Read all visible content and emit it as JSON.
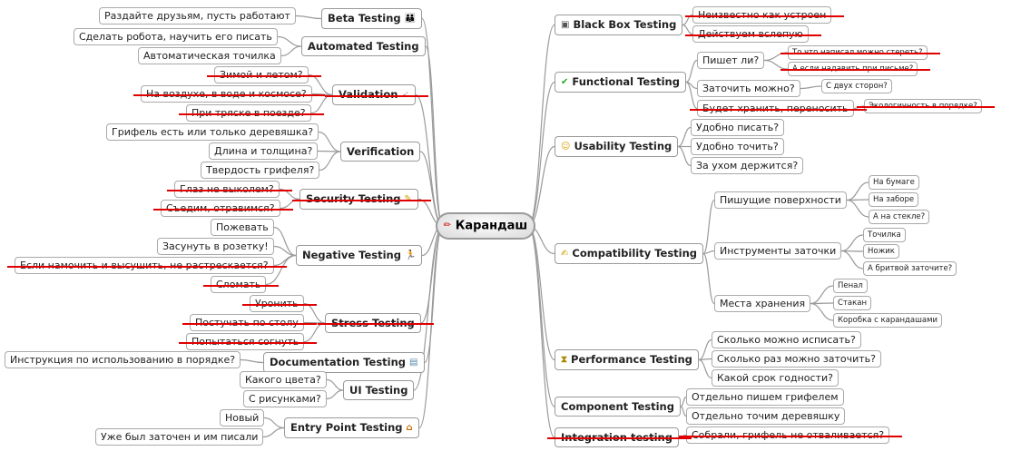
{
  "root": {
    "label": "Карандаш",
    "icon": "pencil-icon"
  },
  "left": {
    "beta": {
      "label": "Beta Testing",
      "icon": "people-icon",
      "items": [
        "Раздайте друзьям, пусть работают"
      ]
    },
    "automated": {
      "label": "Automated Testing",
      "items": [
        "Сделать робота, научить его писать",
        "Автоматическая точилка"
      ]
    },
    "validation": {
      "label": "Validation",
      "icon": "arrow-icon",
      "items": [
        "Зимой и летом?",
        "На воздухе, в воде и космосе?",
        "При тряске в поезде?"
      ]
    },
    "verification": {
      "label": "Verification",
      "items": [
        "Грифель есть или только деревяшка?",
        "Длина и толщина?",
        "Твердость грифеля?"
      ]
    },
    "security": {
      "label": "Security Testing",
      "icon": "pen-icon",
      "items": [
        "Глаз не выколем?",
        "Съедим, отравимся?"
      ]
    },
    "negative": {
      "label": "Negative Testing",
      "icon": "runner-icon",
      "items": [
        "Пожевать",
        "Засунуть в розетку!",
        "Если намочить и высушить, не растрескается?",
        "Сломать"
      ]
    },
    "stress": {
      "label": "Stress Testing",
      "items": [
        "Уронить",
        "Постучать по столу",
        "Попытаться согнуть"
      ]
    },
    "documentation": {
      "label": "Documentation Testing",
      "icon": "document-icon",
      "items": [
        "Инструкция по использованию в порядке?"
      ]
    },
    "ui": {
      "label": "UI Testing",
      "items": [
        "Какого цвета?",
        "С рисунками?"
      ]
    },
    "entry": {
      "label": "Entry Point Testing",
      "icon": "house-icon",
      "items": [
        "Новый",
        "Уже был заточен и им писали"
      ]
    }
  },
  "right": {
    "blackbox": {
      "label": "Black Box Testing",
      "icon": "box-icon",
      "items": [
        "Неизвестно как устроен",
        "Действуем вслепую"
      ]
    },
    "functional": {
      "label": "Functional Testing",
      "icon": "check-icon",
      "items": [
        "Пишет ли?",
        "Заточить можно?",
        "Будет хранить, переносить"
      ],
      "sub": {
        "write": [
          "То что написал можно стереть?",
          "А если надавить при письме?"
        ],
        "sharpen": [
          "С двух сторон?"
        ],
        "store": [
          "Экологичность в порядке?"
        ]
      }
    },
    "usability": {
      "label": "Usability Testing",
      "icon": "smiley-icon",
      "items": [
        "Удобно писать?",
        "Удобно точить?",
        "За ухом держится?"
      ]
    },
    "compatibility": {
      "label": "Compatibility Testing",
      "icon": "notepad-icon",
      "items": [
        "Пишущие поверхности",
        "Инструменты заточки",
        "Места хранения"
      ],
      "sub": {
        "surfaces": [
          "На бумаге",
          "На заборе",
          "А на стекле?"
        ],
        "tools": [
          "Точилка",
          "Ножик",
          "А бритвой заточите?"
        ],
        "storage": [
          "Пенал",
          "Стакан",
          "Коробка с карандашами"
        ]
      }
    },
    "performance": {
      "label": "Performance Testing",
      "icon": "hourglass-icon",
      "items": [
        "Сколько можно исписать?",
        "Сколько раз можно заточить?",
        "Какой срок годности?"
      ]
    },
    "component": {
      "label": "Component Testing",
      "items": [
        "Отдельно пишем грифелем",
        "Отдельно точим деревяшку"
      ]
    },
    "integration": {
      "label": "Integration testing",
      "items": [
        "Собрали, грифель не отваливается?"
      ]
    }
  },
  "colors": {
    "strike": "#e00000",
    "line": "#9a9a9a",
    "border": "#a9a9a9"
  }
}
